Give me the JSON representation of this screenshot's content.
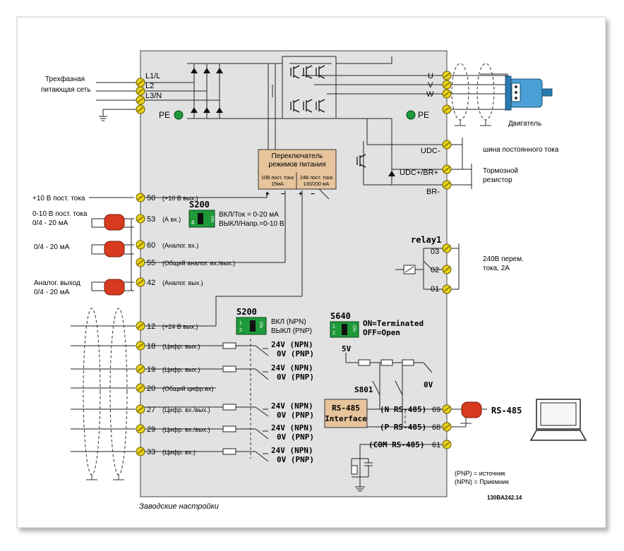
{
  "supply": {
    "label_line1": "Трехфазная",
    "label_line2": "питающая сеть"
  },
  "input_terminals": {
    "l1": "L1/L",
    "l2": "L2",
    "l3": "L3/N",
    "pe_left": "PE"
  },
  "output_terminals": {
    "u": "U",
    "v": "V",
    "w": "W",
    "pe_right": "PE"
  },
  "motor": {
    "label": "Двигатель"
  },
  "dc_terminals": {
    "udc_minus": "UDC-",
    "udc_plus_br_plus": "UDC+/BR+",
    "br_minus": "BR-"
  },
  "dc_notes": {
    "bus": "шина постоянного тока",
    "brake_line1": "Тормозной",
    "brake_line2": "резистор"
  },
  "mode_switch": {
    "title_line1": "Переключатель",
    "title_line2": "режимов питания",
    "left_line1": "10В пост. тока",
    "left_line2": "15мA",
    "right_line1": "24В пост. тока",
    "right_line2": "130/200 мA",
    "plus": "+",
    "minus": "−"
  },
  "left_labels": {
    "plus10": "+10 В пост. тока",
    "ai53_line1": "0-10 В пост. тока",
    "ai53_line2": "0/4 - 20 мА",
    "ai60": "0/4 - 20 мА",
    "ao42_line1": "Аналог. выход",
    "ao42_line2": "0/4 - 20 мА"
  },
  "control_terminals": [
    {
      "num": "50",
      "desc": "(+10 В вых.)"
    },
    {
      "num": "53",
      "desc": "(А вх.)"
    },
    {
      "num": "60",
      "desc": "(Аналог. вх.)"
    },
    {
      "num": "55",
      "desc": "(Общий аналог. вх./вых.)"
    },
    {
      "num": "42",
      "desc": "(Аналог. вых.)"
    },
    {
      "num": "12",
      "desc": "(+24 В вых.)"
    },
    {
      "num": "18",
      "desc": "(Цифр. вых.)"
    },
    {
      "num": "19",
      "desc": "(Цифр. вых.)"
    },
    {
      "num": "20",
      "desc": "(Общий цифр.вх)"
    },
    {
      "num": "27",
      "desc": "(Цифр. вх./вых.)"
    },
    {
      "num": "29",
      "desc": "(Цифр. вх./вых.)"
    },
    {
      "num": "33",
      "desc": "(Цифр. вх.)"
    }
  ],
  "s200_top": {
    "title": "S200",
    "sw_on": "ON",
    "sw_num": "4",
    "line1": "ВКЛ/Ток = 0-20 мА",
    "line2": "ВЫКЛ/Напр.=0-10 В"
  },
  "s200_mid": {
    "title": "S200",
    "sw_on": "ON",
    "sw_num1": "1",
    "sw_num2": "2",
    "line1": "ВКЛ (NPN)",
    "line2": "ВЫКЛ (PNP)"
  },
  "s640": {
    "title": "S640",
    "sw_on": "ON",
    "sw_num1": "1",
    "sw_num2": "2",
    "line1": "ON=Terminated",
    "line2": "OFF=Open"
  },
  "digital_levels": {
    "npn": "24V (NPN)",
    "pnp": "0V (PNP)"
  },
  "bus_supply": {
    "v5": "5V",
    "v0": "0V",
    "s801": "S801"
  },
  "relay": {
    "title": "relay1",
    "t03": "03",
    "t02": "02",
    "t01": "01",
    "note_line1": "240В перем.",
    "note_line2": "тока, 2A"
  },
  "rs485": {
    "box_line1": "RS-485",
    "box_line2": "Interface",
    "n_label": "(N RS-485)",
    "n_num": "69",
    "p_label": "(P RS-485)",
    "p_num": "68",
    "com_label": "(COM RS-485)",
    "com_num": "61",
    "external": "RS-485"
  },
  "legend": {
    "pnp": "(PNP) = источник",
    "npn": "(NPN) = Приемник"
  },
  "code": "130BA242.14",
  "footer": "Заводские настройки",
  "colors": {
    "panel": "#e2e2e2",
    "terminal": "#e8d21a",
    "switch": "#1f9a3a",
    "box": "#e7c49c",
    "ferrite": "#d83a1f",
    "motor": "#4aa0d6"
  }
}
